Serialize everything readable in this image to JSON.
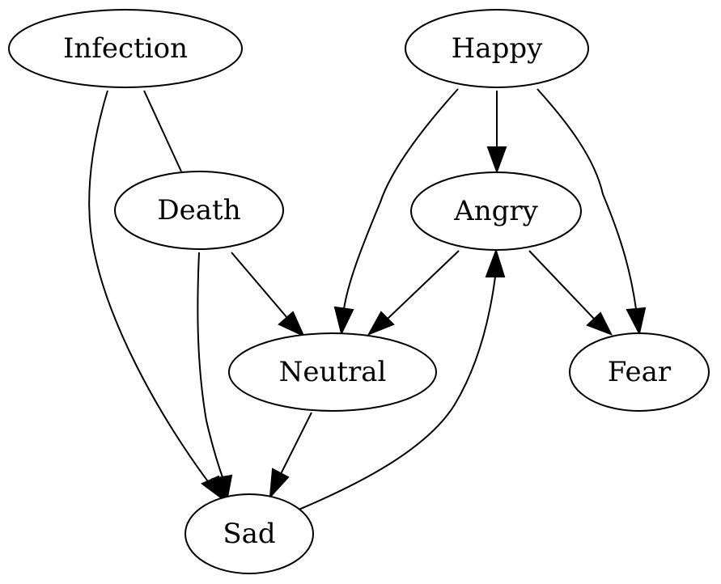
{
  "diagram": {
    "type": "directed-graph",
    "nodes": [
      {
        "id": "infection",
        "label": "Infection"
      },
      {
        "id": "happy",
        "label": "Happy"
      },
      {
        "id": "death",
        "label": "Death"
      },
      {
        "id": "angry",
        "label": "Angry"
      },
      {
        "id": "neutral",
        "label": "Neutral"
      },
      {
        "id": "fear",
        "label": "Fear"
      },
      {
        "id": "sad",
        "label": "Sad"
      }
    ],
    "edges": [
      {
        "from": "infection",
        "to": "death",
        "directed": false
      },
      {
        "from": "infection",
        "to": "sad",
        "directed": true
      },
      {
        "from": "happy",
        "to": "angry",
        "directed": true
      },
      {
        "from": "happy",
        "to": "neutral",
        "directed": true
      },
      {
        "from": "happy",
        "to": "fear",
        "directed": true
      },
      {
        "from": "death",
        "to": "neutral",
        "directed": true
      },
      {
        "from": "death",
        "to": "sad",
        "directed": true
      },
      {
        "from": "angry",
        "to": "neutral",
        "directed": true
      },
      {
        "from": "angry",
        "to": "fear",
        "directed": true
      },
      {
        "from": "neutral",
        "to": "sad",
        "directed": true
      },
      {
        "from": "sad",
        "to": "angry",
        "directed": true
      }
    ],
    "colors": {
      "stroke": "#000000",
      "fill": "#ffffff",
      "text": "#000000"
    }
  }
}
